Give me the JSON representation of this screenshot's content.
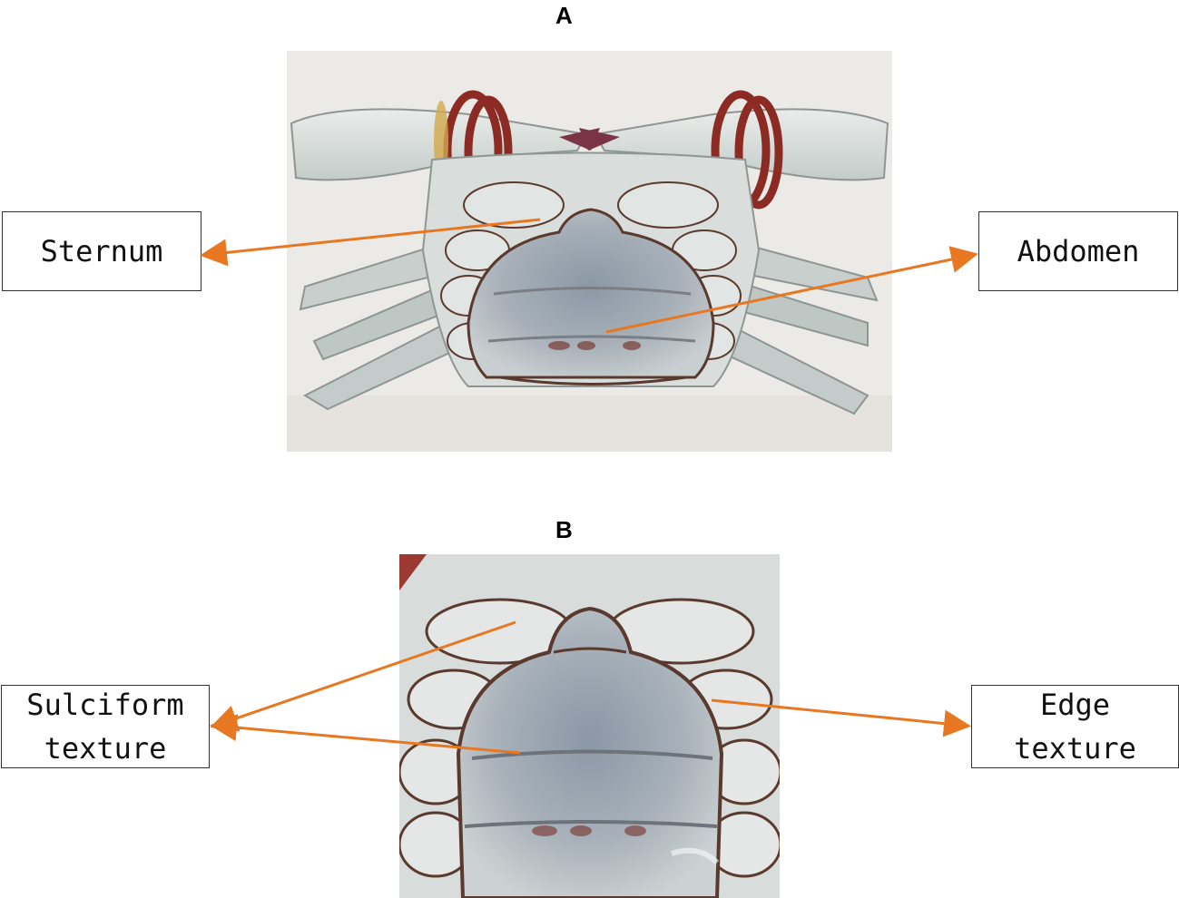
{
  "panels": {
    "a": {
      "letter": "A",
      "labels": {
        "left": "Sternum",
        "right": "Abdomen"
      }
    },
    "b": {
      "letter": "B",
      "labels": {
        "left": "Sulciform\ntexture",
        "right": "Edge\ntexture"
      }
    }
  },
  "colors": {
    "arrow": "#e87722",
    "box_border": "#333333",
    "shell_light": "#dfe3e1",
    "shell_gray": "#b9c1c3",
    "shell_blue": "#8d9aa8",
    "groove_brown": "#5a3a2e",
    "band_red": "#8c2a24",
    "foam": "#eceae6"
  },
  "icons": {
    "photo_a": "crab-ventral-photo-icon",
    "photo_b": "crab-abdomen-closeup-icon"
  }
}
